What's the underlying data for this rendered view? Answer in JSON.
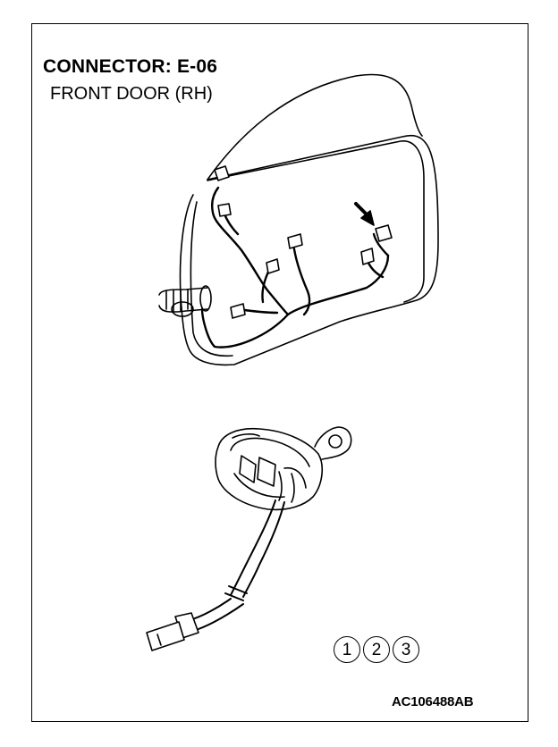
{
  "header": {
    "connector_label": "CONNECTOR: E-06",
    "location_label": "FRONT DOOR (RH)"
  },
  "connector_pins": {
    "pins": [
      "1",
      "2",
      "3"
    ]
  },
  "footer": {
    "figure_id": "AC106488AB"
  },
  "colors": {
    "line": "#000000",
    "background": "#ffffff"
  }
}
